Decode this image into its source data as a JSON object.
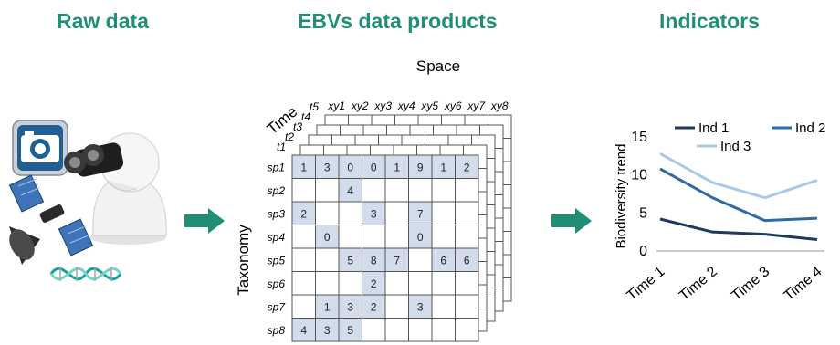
{
  "headings": {
    "raw": "Raw data",
    "ebv": "EBVs data products",
    "indicators": "Indicators"
  },
  "colors": {
    "accent": "#1f8f78",
    "cell_fill": "#d2dcea",
    "ind1": "#1d3a5e",
    "ind2": "#2f6aa6",
    "ind3": "#a9c9e6"
  },
  "icons": [
    "camera-icon",
    "binoculars-figure-icon",
    "satellite-icon",
    "dna-icon"
  ],
  "cube": {
    "space_label": "Space",
    "time_label": "Time",
    "taxonomy_label": "Taxonomy",
    "space_ticks": [
      "xy1",
      "xy2",
      "xy3",
      "xy4",
      "xy5",
      "xy6",
      "xy7",
      "xy8"
    ],
    "time_ticks": [
      "t1",
      "t2",
      "t3",
      "t4",
      "t5"
    ],
    "species": [
      "sp1",
      "sp2",
      "sp3",
      "sp4",
      "sp5",
      "sp6",
      "sp7",
      "sp8"
    ],
    "grid": [
      [
        "1",
        "3",
        "0",
        "0",
        "1",
        "9",
        "1",
        "2"
      ],
      [
        "",
        "",
        "4",
        "",
        "",
        "",
        "",
        ""
      ],
      [
        "2",
        "",
        "",
        "3",
        "",
        "7",
        "",
        ""
      ],
      [
        "",
        "0",
        "",
        "",
        "",
        "0",
        "",
        ""
      ],
      [
        "",
        "",
        "5",
        "8",
        "7",
        "",
        "6",
        "6"
      ],
      [
        "",
        "",
        "",
        "2",
        "",
        "",
        "",
        ""
      ],
      [
        "",
        "1",
        "3",
        "2",
        "",
        "3",
        "",
        ""
      ],
      [
        "4",
        "3",
        "5",
        "",
        "",
        "",
        "",
        ""
      ]
    ]
  },
  "chart_data": {
    "type": "line",
    "categories": [
      "Time 1",
      "Time 2",
      "Time 3",
      "Time 4"
    ],
    "series": [
      {
        "name": "Ind 1",
        "values": [
          4.2,
          2.5,
          2.2,
          1.5
        ]
      },
      {
        "name": "Ind 2",
        "values": [
          10.8,
          7.0,
          4.0,
          4.3
        ]
      },
      {
        "name": "Ind 3",
        "values": [
          12.8,
          9.0,
          7.0,
          9.3
        ]
      }
    ],
    "ylabel": "Biodiversity trend",
    "yticks": [
      0,
      5,
      10,
      15
    ],
    "ylim": [
      0,
      15
    ],
    "legend": "top"
  }
}
